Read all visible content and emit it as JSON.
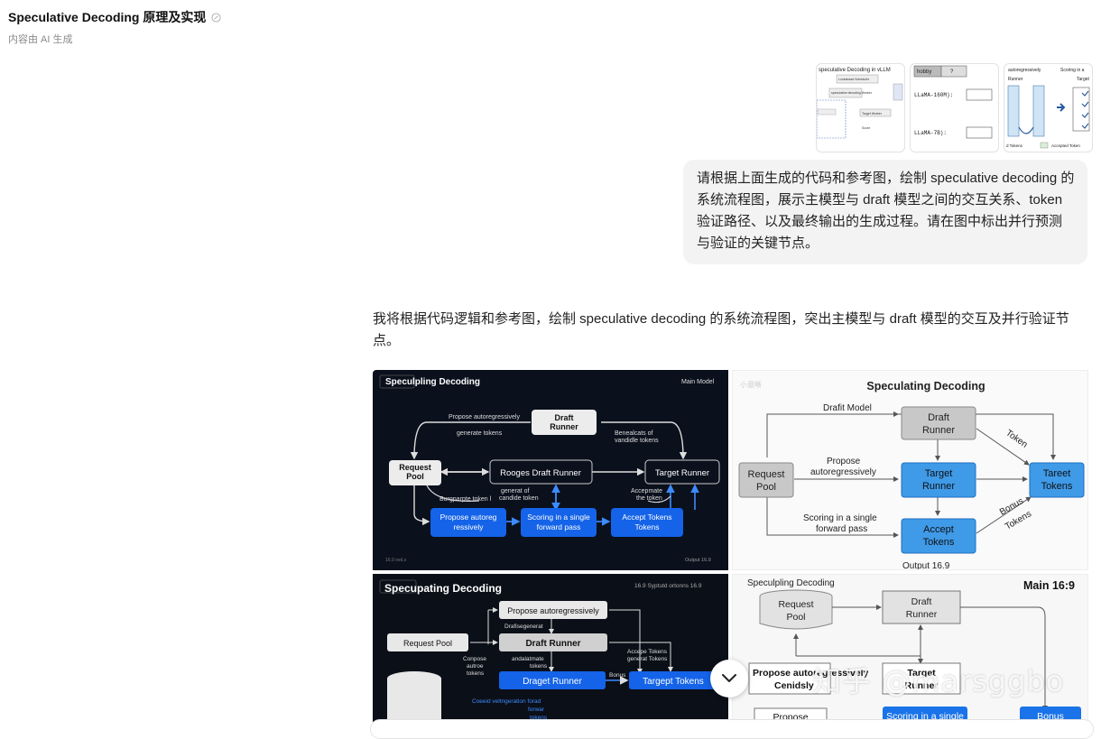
{
  "header": {
    "title": "Speculative Decoding 原理及实现",
    "subtitle": "内容由 AI 生成"
  },
  "user_message": {
    "text": "请根据上面生成的代码和参考图，绘制 speculative decoding 的系统流程图，展示主模型与 draft 模型之间的交互关系、token 验证路径、以及最终输出的生成过程。请在图中标出并行预测与验证的关键节点。",
    "attachments": [
      {
        "title": "speculative Decoding in vLLM",
        "labels": [
          "Lookahead Scheduler",
          "speculative decoding Worker",
          "Target Worker",
          "Score"
        ]
      },
      {
        "labels": [
          "hobby",
          "?",
          "LLaMA-160M):",
          "LLaMA-7B):"
        ]
      },
      {
        "labels": [
          "autoregressively",
          "Runner",
          "Scoring in a",
          "Target",
          "Accepted Token",
          "d Tokens"
        ]
      }
    ]
  },
  "assistant_message": {
    "text": "我将根据代码逻辑和参考图，绘制 speculative decoding 的系统流程图，突出主模型与 draft 模型的交互及并行验证节点。"
  },
  "images": {
    "img1": {
      "title": "Speculpling Decoding",
      "corner": "Main Model",
      "footer_left": "16.9 ovd.s",
      "footer_right": "Output 16.9",
      "nodes": {
        "draft": "Draft Runner",
        "pool": "Request Pool",
        "rooges": "Rooges Draft Runner",
        "target": "Target Runner",
        "propose": "Propose autoreg ressively",
        "scoring": "Scoring in a single forward pass",
        "accept": "Accept Tokens Tokens"
      },
      "labels": {
        "propose_top": "Propose autoregressively",
        "gen": "generate tokens",
        "bene": "Benealcats of vandidle tokens",
        "burp": "Burgparpte token l",
        "cand": "generat of candide token",
        "accepte": "Accepmate the token"
      }
    },
    "img2": {
      "title": "Speculating Decoding",
      "footer": "Output 16.9",
      "nodes": {
        "draft": "Draft Runner",
        "pool": "Request Pool",
        "target": "Target Runner",
        "tokens": "Tareet Tokens",
        "accept": "Accept Tokens"
      },
      "labels": {
        "draft_model": "Drafit Model",
        "propose": "Propose autoregressively",
        "token": "Token",
        "scoring": "Scoring in a single forward pass",
        "bonus": "Bonus Tokens"
      }
    },
    "img3": {
      "title": "Specupating Decoding",
      "corner": "16.9 Syptutd ortonns 16.9",
      "nodes": {
        "propose": "Propose autoregressively",
        "pool": "Request Pool",
        "draft": "Draft Runner",
        "draget": "Draget Runner",
        "targept": "Targept Tokens"
      },
      "labels": {
        "drafis": "Drafisegenerat",
        "comp": "Conpose autroe tokens",
        "anda": "andalatmate tokens",
        "accep": "Accepe Tokens generat Tokens",
        "bonus": "Bonus",
        "coen": "Coeeid veltngeration forad forwar tokens"
      }
    },
    "img4": {
      "title": "Speculpling Decoding",
      "corner": "Main 16:9",
      "nodes": {
        "pool": "Request Pool",
        "draft": "Draft Runner",
        "target": "Target Runner",
        "scoring": "Scoring in a single",
        "bonus": "Bonus",
        "propose": "Propose"
      },
      "labels": {
        "propose_aut": "Propose autoregressively",
        "cen": "Cenidsly"
      }
    }
  },
  "watermark": "知乎 @marsggbo",
  "colors": {
    "blue": "#1a73e8",
    "dark_bg": "#0b1220",
    "bubble_bg": "#f3f3f3"
  }
}
